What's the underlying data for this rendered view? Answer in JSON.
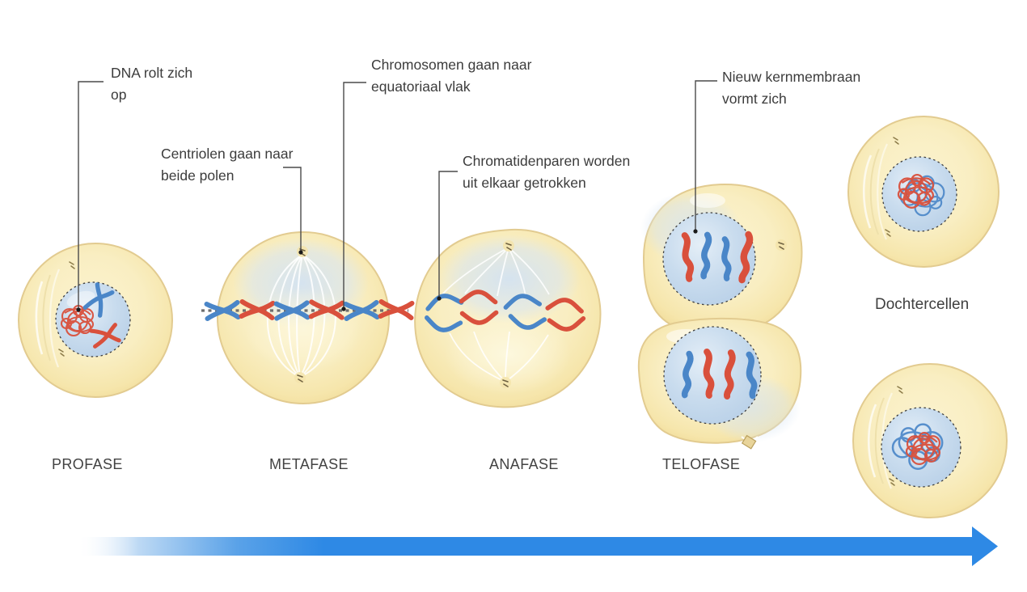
{
  "title": "Mitose fasen diagram",
  "labels": {
    "dna": "DNA rolt zich op",
    "centriolen": "Centriolen gaan naar beide polen",
    "chromosomen": "Chromosomen gaan naar equatoriaal vlak",
    "chromatiden": "Chromatidenparen worden uit elkaar getrokken",
    "kernmembraan": "Nieuw kernmembraan vormt zich",
    "dochtercellen": "Dochtercellen"
  },
  "phases": {
    "profase": "PROFASE",
    "metafase": "METAFASE",
    "anafase": "ANAFASE",
    "telofase": "TELOFASE"
  },
  "colors": {
    "chromosome-blue": "#4a86c8",
    "chromosome-red": "#d9503c",
    "cell-fill": "#f9eec2",
    "cell-border": "#e2cb90",
    "nucleus-fill": "#c9dcee",
    "arrow-blue": "#2e89e5",
    "leader-line": "#4a4a4a",
    "text": "#3c3c3c"
  }
}
